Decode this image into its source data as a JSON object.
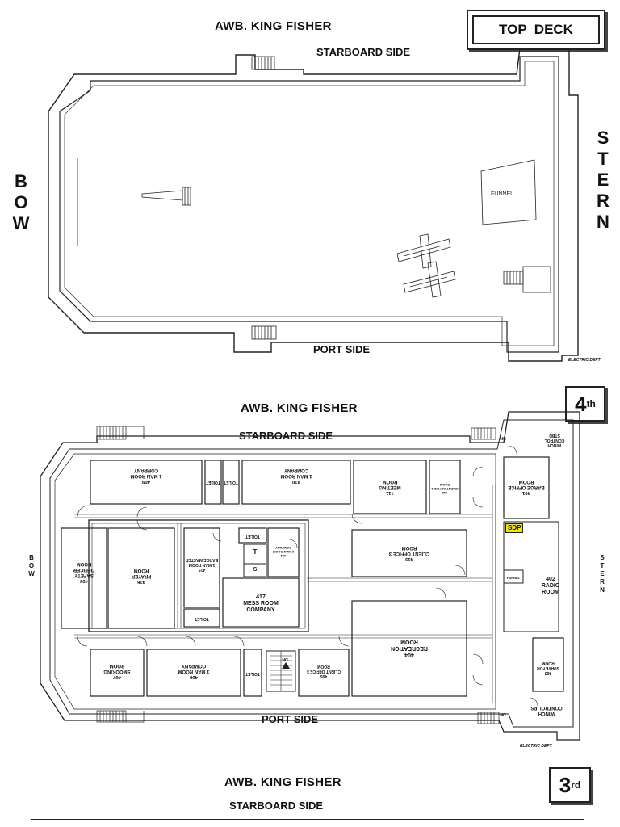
{
  "top_deck": {
    "title": "AWB. KING FISHER",
    "badge": "TOP  DECK",
    "starboard": "STARBOARD SIDE",
    "port": "PORT SIDE",
    "bow": [
      "B",
      "O",
      "W"
    ],
    "stern": [
      "S",
      "T",
      "E",
      "R",
      "N"
    ],
    "funnel": "FUNNEL",
    "footer": "ELECTRIC DEPT"
  },
  "deck4": {
    "title": "AWB. KING FISHER",
    "badge_num": "4",
    "badge_sup": "th",
    "starboard": "STARBOARD SIDE",
    "port": "PORT SIDE",
    "bow": [
      "B",
      "O",
      "W"
    ],
    "stern": [
      "S",
      "T",
      "E",
      "R",
      "N"
    ],
    "footer": "ELECTRIC DEPT",
    "sdp": "SDP",
    "rooms": {
      "r409": "409\n1 MAN ROOM\nCOMPANY",
      "r410": "410\n1 MAN ROOM\nCOMPANY",
      "toilet1": "TOILET",
      "toilet2": "TOILET",
      "r411": "411\nMEETING\nROOM",
      "r412": "412\nCLIENT OFFICE 1\nROOM",
      "r401": "401\nBARGE OFFICE\nROOM",
      "winch_stbd": "WINCH CONTROL\nSTBD",
      "r408": "408\nSAFETY\nOFFICER\nROOM",
      "r416": "416\nPRAYER\nROOM",
      "r415": "415\n1 MAN ROOM\nBARGE MASTER",
      "toilet3": "TOILET",
      "toilet4": "TOILET",
      "r414": "414\n2 MAN ROOM\nCOMPANY",
      "t_mark": "T",
      "s_mark": "S",
      "r417": "417\nMESS ROOM\nCOMPANY",
      "r413": "413\nCLIENT OFFICE 3\nROOM",
      "r402": "402\nRADIO\nROOM",
      "funnel_small": "FUNNEL",
      "r404": "404\nRECREATION\nROOM",
      "r407": "407\nSMOOKING\nROOM",
      "r406": "406\n1 MAN ROOM\nCOMPANY",
      "toilet5": "TOILET",
      "r405": "405\nCLIENT OFFICE 3\nROOM",
      "r403": "403\nSURVEYOR\nROOM",
      "winch_ps": "WINCH\nCONTROL PS",
      "dn": "DN"
    }
  },
  "deck3": {
    "title": "AWB. KING FISHER",
    "badge_num": "3",
    "badge_sup": "rd",
    "starboard": "STARBOARD SIDE"
  }
}
